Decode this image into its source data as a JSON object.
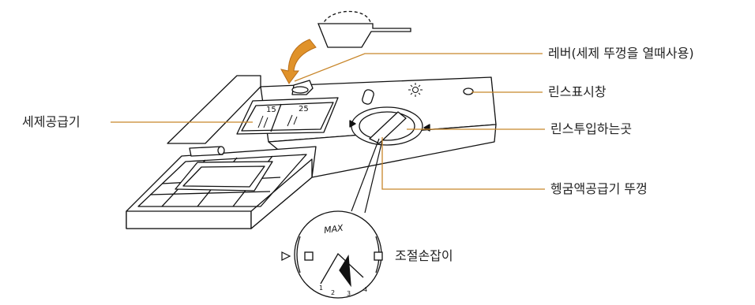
{
  "labels": {
    "lever": "레버(세제 뚜껑을 열때사용)",
    "rinse_indicator": "린스표시창",
    "detergent_dispenser": "세제공급기",
    "rinse_inlet": "린스투입하는곳",
    "rinse_cap": "헹굼액공급기 뚜껑",
    "adjust_knob": "조절손잡이"
  },
  "markings": {
    "compartment_15": "15",
    "compartment_25": "25",
    "dial_max": "MAX",
    "dial_levels": [
      "1",
      "2",
      "3",
      "4"
    ]
  },
  "colors": {
    "leader_line": "#c8862a",
    "arrow": "#e0922a",
    "outline": "#111111"
  }
}
